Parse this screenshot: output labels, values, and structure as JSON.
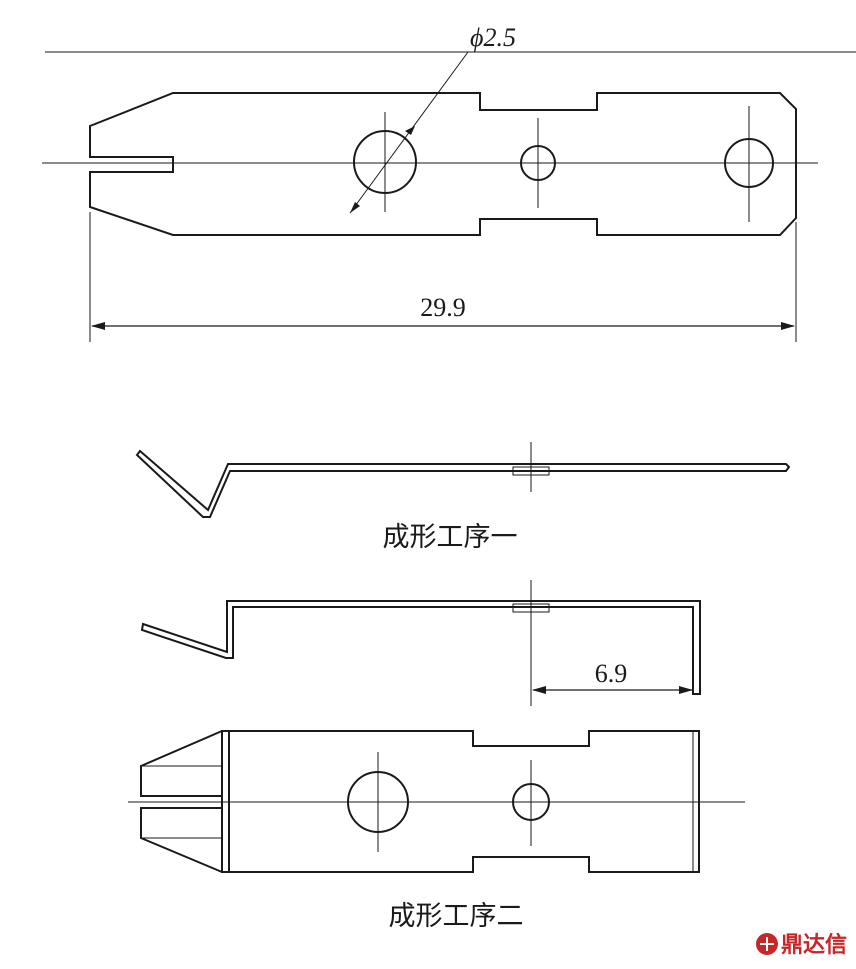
{
  "dimensions": {
    "hole_diameter": "ϕ2.5",
    "total_length": "29.9",
    "flange_length": "6.9"
  },
  "captions": {
    "step_one": "成形工序一",
    "step_two": "成形工序二"
  },
  "watermark": {
    "text": "鼎达信",
    "color": "#c62828"
  }
}
